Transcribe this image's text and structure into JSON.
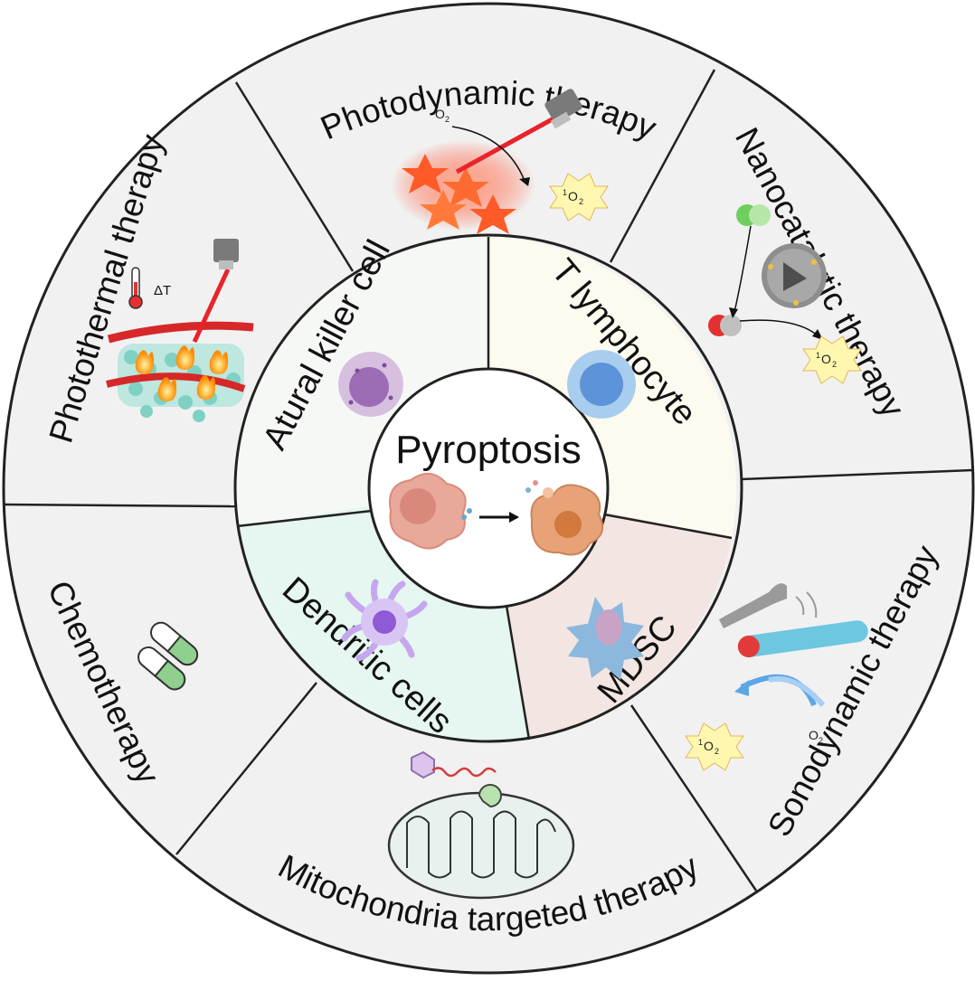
{
  "center": {
    "title": "Pyroptosis"
  },
  "outer_ring": [
    {
      "label": "Photodynamic therapy"
    },
    {
      "label": "Nanocatalytic therapy"
    },
    {
      "label": "Sonodynamic therapy"
    },
    {
      "label": "Mitochondria targeted therapy"
    },
    {
      "label": "Chemotherapy"
    },
    {
      "label": "Photothermal therapy"
    }
  ],
  "inner_ring": [
    {
      "label": "T lymphocyte"
    },
    {
      "label": "MDSC"
    },
    {
      "label": "Dendritic cells"
    },
    {
      "label": "Atural killer cell"
    }
  ],
  "annotations": {
    "o2": "O",
    "o2_sub": "2",
    "singlet_sup": "1",
    "delta_t": "ΔT"
  },
  "colors": {
    "outer_fill": "#f1f1f1",
    "t_lymphocyte_fill": "#fdfbf0",
    "mdsc_fill": "#f3e6e2",
    "dendritic_fill": "#e6f6f0",
    "nk_fill": "#f6f8f6",
    "center_fill": "#ffffff",
    "stroke": "#222222"
  }
}
